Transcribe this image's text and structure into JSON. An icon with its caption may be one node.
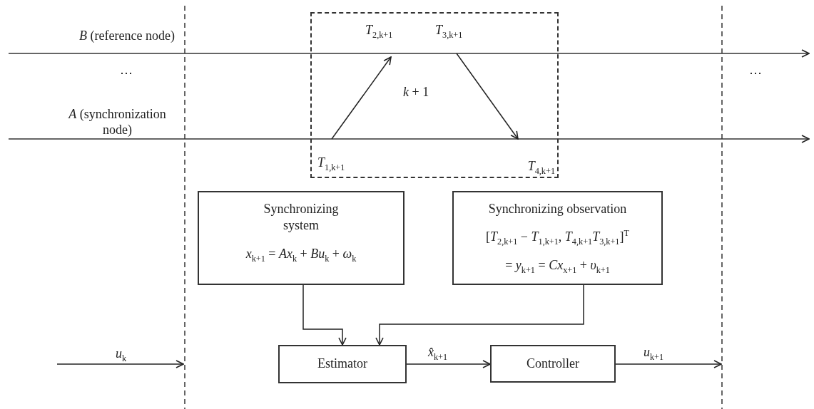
{
  "diagram": {
    "nodes": [
      {
        "text": [
          "*k* + 1"
        ]
      },
      {
        "text": [
          "*T*$_{1,k+1}$"
        ],
        "in": 0
      },
      {
        "text": [
          "*T*$_{2,k+1}$"
        ],
        "in": 0
      },
      {
        "text": [
          "*T*$_{3,k+1}$"
        ],
        "in": 0
      },
      {
        "text": [
          "*T*$_{4,k+1}$"
        ],
        "in": 0
      },
      {
        "text": [
          "Synchronizing system",
          "*x*$_{k+1}$ = *Ax*$_{k}$ + *Bu*$_{k}$ + *ω*$_{k}$"
        ]
      },
      {
        "text": [
          "Synchronizing observation",
          "[*T*$_{2,k+1}$ − *T*$_{1,k+1}$, *T*$_{4,k+1}$*T*$_{3,k+1}$]$^{T}$",
          "= *y*$_{k+1}$ = *Cx*$_{x+1}$ + *υ*$_{k+1}$"
        ]
      },
      {
        "text": [
          "Estimator"
        ]
      },
      {
        "text": [
          "Controller"
        ]
      }
    ],
    "edges": [
      {
        "from": 1,
        "to": 2,
        "arrow": "to"
      },
      {
        "from": 3,
        "to": 4,
        "arrow": "to"
      },
      {
        "from": 5,
        "to": 7,
        "arrow": "to"
      },
      {
        "from": 6,
        "to": 7,
        "arrow": "to"
      },
      {
        "from": 7,
        "to": 8,
        "arrow": "to",
        "label": "*x̂*$_{k+1}$"
      },
      {
        "from": 8,
        "to": null,
        "arrow": "to",
        "label": "*u*$_{k+1}$"
      }
    ],
    "labels": [
      "*B* (reference node)",
      "⋯",
      "*A* (synchronization node)",
      "⋯",
      "*u*$_{k}$"
    ]
  }
}
